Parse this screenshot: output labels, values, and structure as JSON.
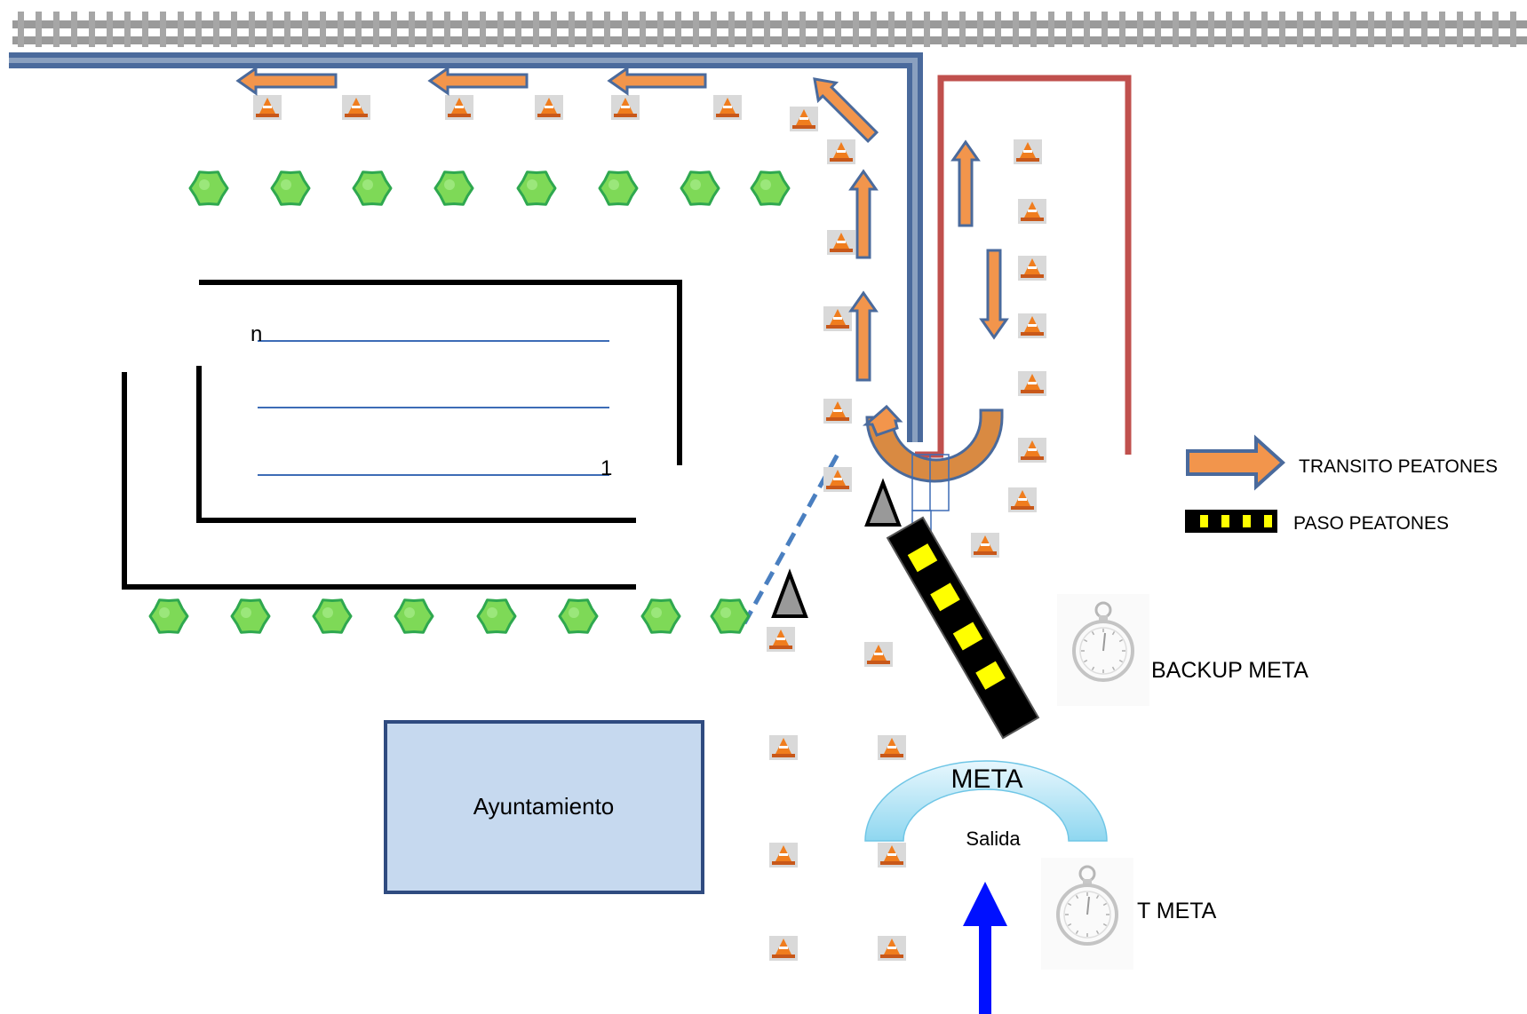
{
  "legend": {
    "transit_label": "TRANSITO PEATONES",
    "crossing_label": "PASO PEATONES"
  },
  "labels": {
    "backup_meta": "BACKUP META",
    "t_meta": "T META",
    "meta": "META",
    "salida": "Salida",
    "ayuntamiento": "Ayuntamiento",
    "lane_top": "n",
    "lane_bottom": "1"
  },
  "icons": {
    "railway": "railway-track-icon",
    "tree": "tree-icon",
    "cone": "traffic-cone-icon",
    "stopwatch": "stopwatch-icon",
    "warning": "warning-triangle-icon"
  },
  "colors": {
    "route_fill": "#f2954c",
    "route_stroke": "#4a6a9c",
    "barrier_blue": "#4a6a9c",
    "barrier_red": "#c0504d",
    "tree": "#7ed957",
    "tree_edge": "#2fa84f",
    "finish_arch": "#bfe8f7",
    "town_hall": "#c6d9ef",
    "finish_arrow": "#0010ff",
    "crossing_yellow": "#ffff00"
  }
}
